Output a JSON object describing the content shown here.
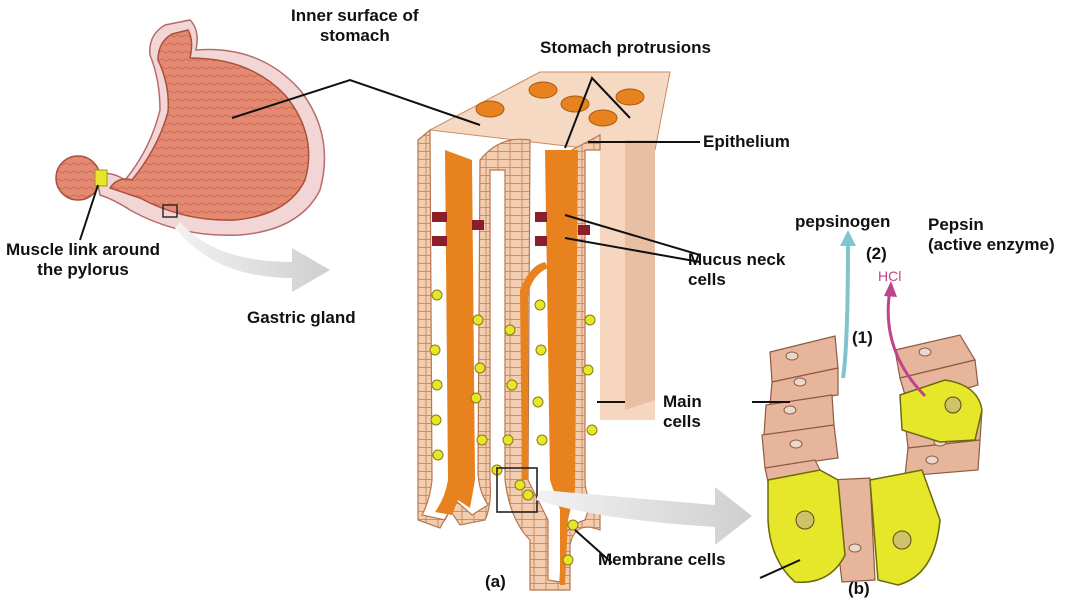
{
  "labels": {
    "inner_surface": "Inner surface of stomach",
    "inner_surface_line1": "Inner surface of",
    "inner_surface_line2": "stomach",
    "stomach_protrusions": "Stomach protrusions",
    "epithelium": "Epithelium",
    "muscle_link_line1": "Muscle link around",
    "muscle_link_line2": "the pylorus",
    "gastric_gland": "Gastric gland",
    "pepsinogen": "pepsinogen",
    "pepsin_line1": "Pepsin",
    "pepsin_line2": "(active enzyme)",
    "step2": "(2)",
    "step1": "(1)",
    "hcl": "HCl",
    "mucus_neck_line1": "Mucus neck",
    "mucus_neck_line2": "cells",
    "main_cells_line1": "Main",
    "main_cells_line2": "cells",
    "membrane_cells": "Membrane cells",
    "panel_a": "(a)",
    "panel_b": "(b)"
  },
  "colors": {
    "gland_orange": "#e8821e",
    "gland_wall": "#f2c7a6",
    "stomach_pink": "#e58a72",
    "cell_pink": "#e7b59c",
    "parietal_yellow": "#e6e62a",
    "arrow_teal": "#7fc6cc",
    "arrow_magenta": "#c0448a",
    "big_arrow_gray": "#d8d8d8"
  }
}
